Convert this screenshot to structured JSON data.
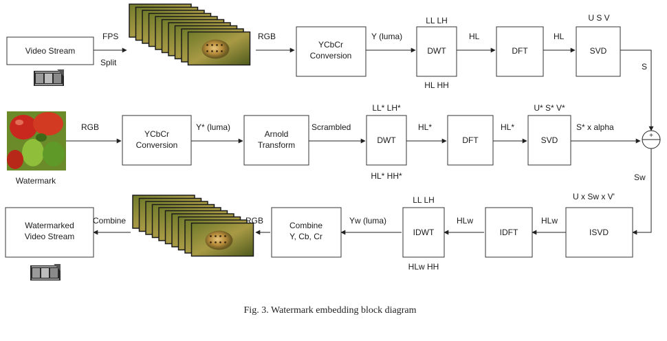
{
  "caption": "Fig. 3.  Watermark embedding block diagram",
  "blocks": {
    "video_stream": "Video Stream",
    "ycbcr1": [
      "YCbCr",
      "Conversion"
    ],
    "dwt1": "DWT",
    "dft1": "DFT",
    "svd1": "SVD",
    "ycbcr2": [
      "YCbCr",
      "Conversion"
    ],
    "arnold": [
      "Arnold",
      "Transform"
    ],
    "dwt2": "DWT",
    "dft2": "DFT",
    "svd2": "SVD",
    "watermarked": [
      "Watermarked",
      "Video Stream"
    ],
    "combine": [
      "Combine",
      "Y, Cb, Cr"
    ],
    "idwt": "IDWT",
    "idft": "IDFT",
    "isvd": "ISVD"
  },
  "labels": {
    "fps": "FPS",
    "split": "Split",
    "rgb1": "RGB",
    "y_luma": "Y (luma)",
    "ll_lh_1": "LL LH",
    "hl_hh_1": "HL HH",
    "hl_a": "HL",
    "hl_b": "HL",
    "usv": "U S V",
    "s": "S",
    "rgb2": "RGB",
    "ystar_luma": "Y* (luma)",
    "scrambled": "Scrambled",
    "llstar_lhstar": "LL* LH*",
    "hlstar_hhstar": "HL* HH*",
    "hlstar_a": "HL*",
    "hlstar_b": "HL*",
    "usvstar": "U* S* V*",
    "s_alpha": "S* x alpha",
    "watermark": "Watermark",
    "sw": "Sw",
    "u_sw_v": "U x Sw x V'",
    "hlw_a": "HLw",
    "hlw_b": "HLw",
    "ll_lh_2": "LL LH",
    "hlw_hh": "HLw HH",
    "yw_luma": "Yw (luma)",
    "rgb3": "RGB",
    "combine_lbl": "Combine",
    "plus": "+"
  },
  "icons": [
    "film-strip-icon",
    "video-frames-stack",
    "watermark-image-peppers",
    "summation-node"
  ]
}
